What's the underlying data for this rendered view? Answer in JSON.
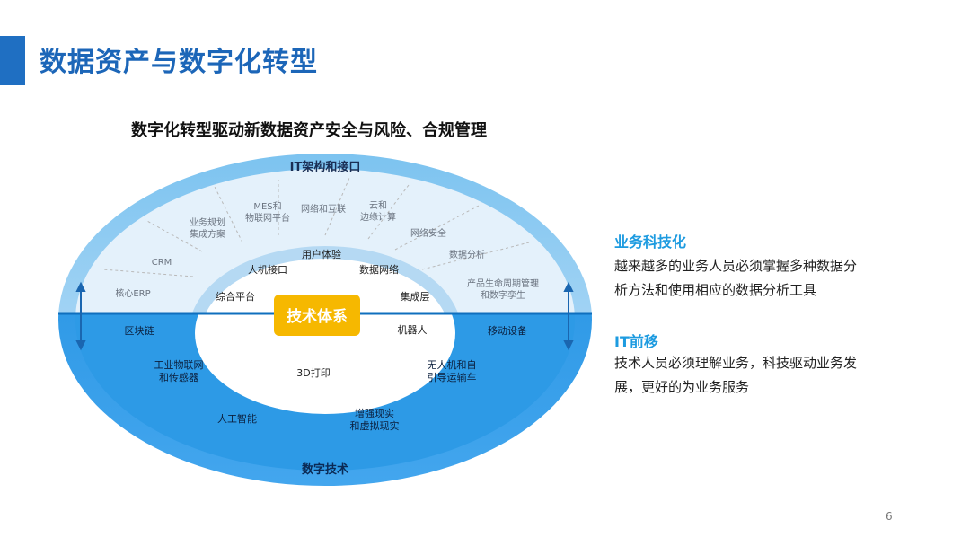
{
  "page": {
    "title": "数据资产与数字化转型",
    "page_number": "6"
  },
  "diagram": {
    "title": "数字化转型驱动新数据资产安全与风险、合规管理",
    "outer_top_label": "IT架构和接口",
    "outer_bottom_label": "数字技术",
    "center_label": "技术体系",
    "upper_outer_items": [
      {
        "lines": [
          "MES和",
          "物联网平台"
        ]
      },
      {
        "lines": [
          "网络和互联"
        ]
      },
      {
        "lines": [
          "云和",
          "边缘计算"
        ]
      },
      {
        "lines": [
          "业务规划",
          "集成方案"
        ]
      },
      {
        "lines": [
          "网络安全"
        ]
      },
      {
        "lines": [
          "CRM"
        ]
      },
      {
        "lines": [
          "数据分析"
        ]
      },
      {
        "lines": [
          "核心ERP"
        ]
      },
      {
        "lines": [
          "产品生命周期管理",
          "和数字孪生"
        ]
      }
    ],
    "upper_inner_items": [
      {
        "lines": [
          "用户体验"
        ]
      },
      {
        "lines": [
          "人机接口"
        ]
      },
      {
        "lines": [
          "数据网络"
        ]
      },
      {
        "lines": [
          "综合平台"
        ]
      },
      {
        "lines": [
          "集成层"
        ]
      }
    ],
    "lower_outer_items": [
      {
        "lines": [
          "区块链"
        ]
      },
      {
        "lines": [
          "移动设备"
        ]
      },
      {
        "lines": [
          "工业物联网",
          "和传感器"
        ]
      },
      {
        "lines": [
          "无人机和自",
          "引导运输车"
        ]
      },
      {
        "lines": [
          "人工智能"
        ]
      },
      {
        "lines": [
          "增强现实",
          "和虚拟现实"
        ]
      }
    ],
    "lower_inner_items": [
      {
        "lines": [
          "机器人"
        ]
      },
      {
        "lines": [
          "3D打印"
        ]
      }
    ],
    "colors": {
      "outer_ring": "#4aa8e6",
      "inner_ring": "#1585d6",
      "center_box": "#f6b800",
      "upper_band": "#dcedfa"
    }
  },
  "sidebar": {
    "sections": [
      {
        "heading": "业务科技化",
        "lines": [
          "越来越多的业务人员必须掌握多种数据分",
          "析方法和使用相应的数据分析工具"
        ]
      },
      {
        "heading": "IT前移",
        "lines": [
          "技术人员必须理解业务，科技驱动业务发",
          "展，更好的为业务服务"
        ]
      }
    ]
  }
}
